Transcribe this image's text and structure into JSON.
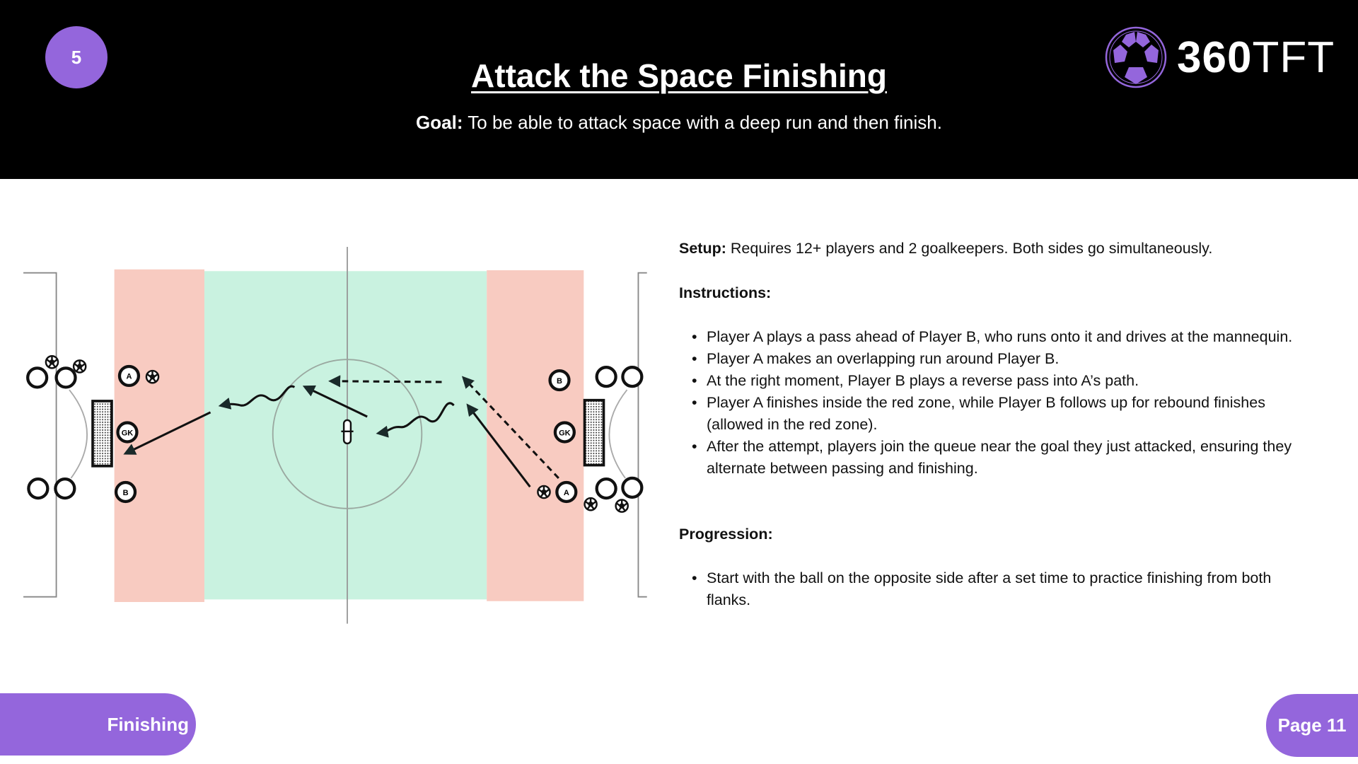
{
  "header": {
    "drill_number": "5",
    "title": "Attack the Space Finishing",
    "goal_label": "Goal:",
    "goal_text": "To be able to attack space with a deep run and then finish.",
    "logo": {
      "bold": "360",
      "light": "TFT",
      "icon": "soccer-ball-icon"
    }
  },
  "diagram": {
    "player_labels": {
      "a": "A",
      "b": "B",
      "gk": "GK"
    },
    "colors": {
      "red_zone": "#f8cbc1",
      "green_zone": "#c9f2e0",
      "accent": "#9466dc"
    }
  },
  "content": {
    "setup_label": "Setup:",
    "setup_text": "Requires 12+ players and 2 goalkeepers. Both sides go simultaneously.",
    "instructions_label": "Instructions:",
    "instructions": [
      "Player A plays a pass ahead of Player B, who runs onto it and drives at the mannequin.",
      "Player A makes an overlapping run around Player B.",
      "At the right moment, Player B plays a reverse pass into A’s path.",
      "Player A finishes inside the red zone, while Player B follows up for rebound finishes (allowed in the red zone).",
      "After the attempt, players join the queue near the goal they just attacked, ensuring they alternate between passing and finishing."
    ],
    "progression_label": "Progression:",
    "progression": [
      "Start with the ball on the opposite side after a set time to practice finishing from both flanks."
    ]
  },
  "footer": {
    "category": "Finishing",
    "page": "Page 11"
  }
}
